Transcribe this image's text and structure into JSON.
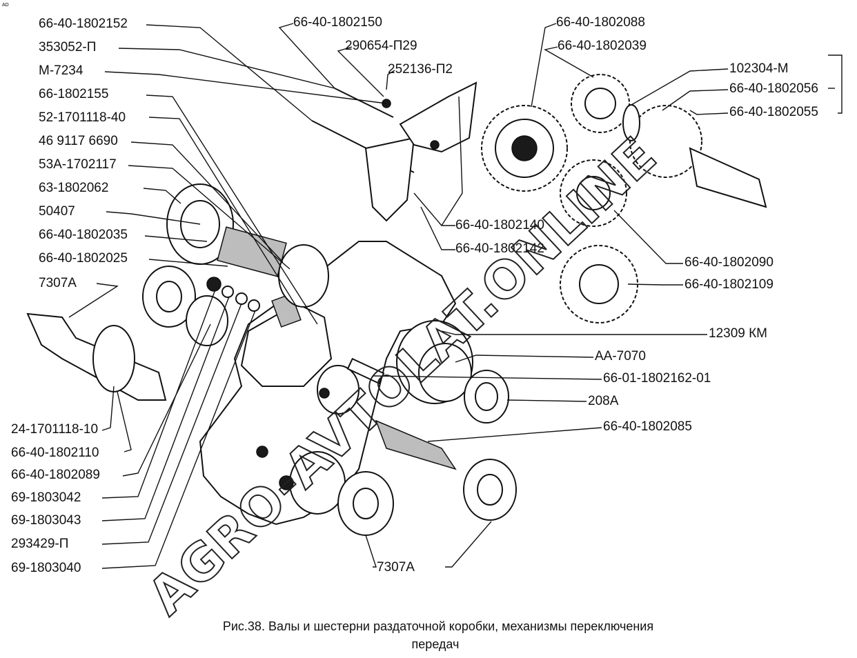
{
  "corner_mark": "AD",
  "watermark": "AGRO-AVTOLAT.ONLINE",
  "caption": {
    "line1": "Рис.38. Валы и шестерни раздаточной коробки, механизмы переключения",
    "line2": "передач"
  },
  "labels": {
    "l01": "66-40-1802152",
    "l02": "353052-П",
    "l03": "М-7234",
    "l04": "66-1802155",
    "l05": "52-1701118-40",
    "l06": "46 9117 6690",
    "l07": "53А-1702117",
    "l08": "63-1802062",
    "l09": "50407",
    "l10": "66-40-1802035",
    "l11": "66-40-1802025",
    "l12": "7307А",
    "l13": "24-1701118-10",
    "l14": "66-40-1802110",
    "l15": "66-40-1802089",
    "l16": "69-1803042",
    "l17": "69-1803043",
    "l18": "293429-П",
    "l19": "69-1803040",
    "t01": "66-40-1802150",
    "t02": "290654-П29",
    "t03": "252136-П2",
    "t04": "66-40-1802140",
    "t05": "66-40-1802142",
    "r01": "66-40-1802088",
    "r02": "66-40-1802039",
    "r03": "102304-М",
    "r04": "66-40-1802056",
    "r05": "66-40-1802055",
    "r06": "66-40-1802090",
    "r07": "66-40-1802109",
    "r08": "12309 КМ",
    "r09": "АА-7070",
    "r10": "66-01-1802162-01",
    "r11": "208А",
    "r12": "66-40-1802085",
    "b01": "7307А"
  }
}
